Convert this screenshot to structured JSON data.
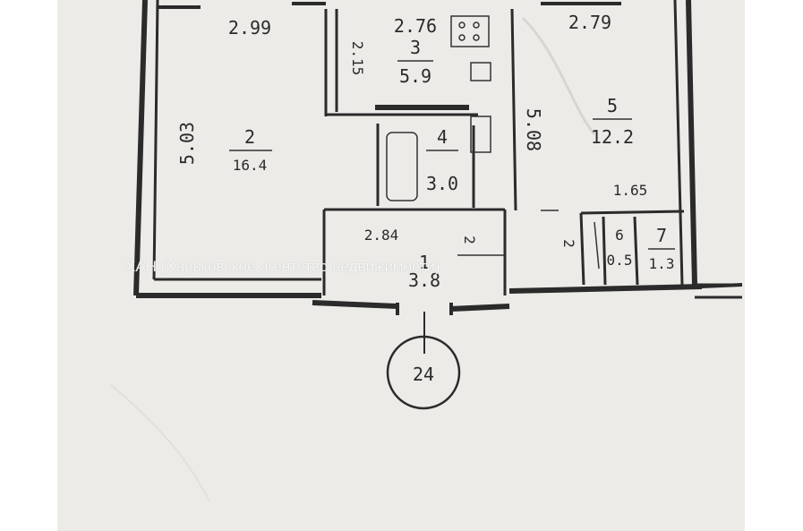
{
  "plan": {
    "dims": {
      "top_left": "2.99",
      "top_mid": "2.76",
      "top_right": "2.79",
      "room3_side": "2.15",
      "left_side": "5.03",
      "right_side": "5.08",
      "hall_width": "2.84",
      "storage_width": "1.65",
      "hall_small": "2",
      "closet_small": "2"
    },
    "rooms": {
      "r1": {
        "number": "1",
        "area": "3.8"
      },
      "r2": {
        "number": "2",
        "area": "16.4"
      },
      "r3": {
        "number": "3",
        "area": "5.9"
      },
      "r4": {
        "number": "4",
        "area": "3.0"
      },
      "r5": {
        "number": "5",
        "area": "12.2"
      },
      "r6": {
        "number": "6",
        "area": "0.5"
      },
      "r7": {
        "number": "7",
        "area": "1.3"
      }
    },
    "circle_label": "24"
  },
  "watermark": "ХАН (Харьковское агентство недвижимости)"
}
